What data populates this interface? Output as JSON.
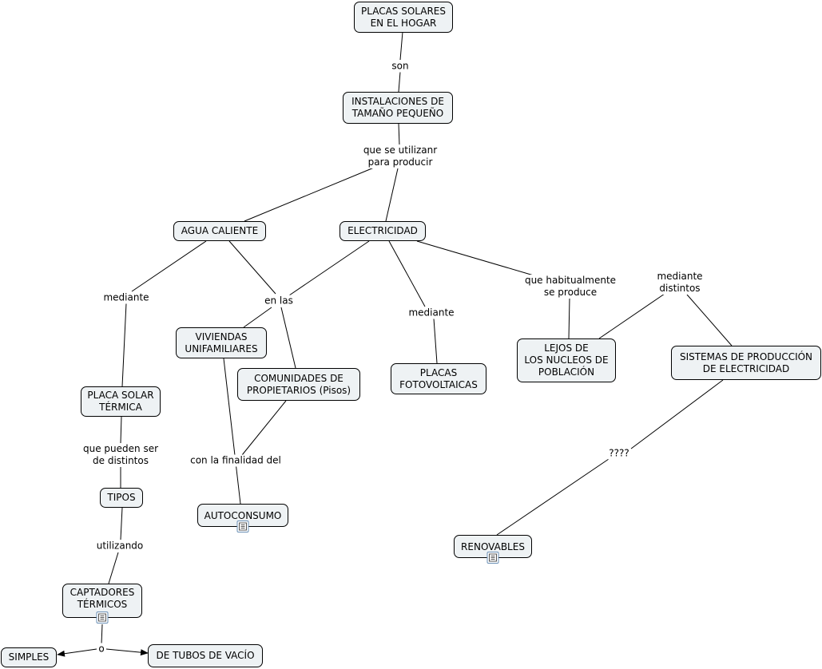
{
  "concepts": {
    "placas_solares": "PLACAS SOLARES\nEN EL HOGAR",
    "instalaciones": "INSTALACIONES DE\nTAMAÑO PEQUEÑO",
    "agua_caliente": "AGUA CALIENTE",
    "electricidad": "ELECTRICIDAD",
    "viviendas": "VIVIENDAS\nUNIFAMILIARES",
    "comunidades": "COMUNIDADES DE\nPROPIETARIOS (Pisos)",
    "placas_fotovoltaicas": "PLACAS\nFOTOVOLTAICAS",
    "lejos": "LEJOS DE\nLOS NUCLEOS DE\nPOBLACIÓN",
    "sistemas": "SISTEMAS DE PRODUCCIÓN\nDE ELECTRICIDAD",
    "placa_solar_termica": "PLACA SOLAR\nTÉRMICA",
    "tipos": "TIPOS",
    "autoconsumo": "AUTOCONSUMO",
    "renovables": "RENOVABLES",
    "captadores": "CAPTADORES\nTÉRMICOS",
    "simples": "SIMPLES",
    "tubos_vacio": "DE TUBOS DE VACÍO"
  },
  "link_labels": {
    "son": "son",
    "que_se_utilizan": "que se utilizanr\npara producir",
    "mediante_agua": "mediante",
    "en_las": "en las",
    "mediante_elec": "mediante",
    "que_habitualmente": "que habitualmente\nse produce",
    "mediante_distintos": "mediante\ndistintos",
    "que_pueden_ser": "que pueden ser\nde distintos",
    "con_la_finalidad": "con la finalidad del",
    "utilizando": "utilizando",
    "interrogacion": "????",
    "o": "o"
  },
  "colors": {
    "concept_fill": "#eef2f4",
    "border": "#000000",
    "line": "#000000",
    "resource_icon": "#6a8fb5"
  },
  "icons": [
    "document-resource-icon"
  ]
}
